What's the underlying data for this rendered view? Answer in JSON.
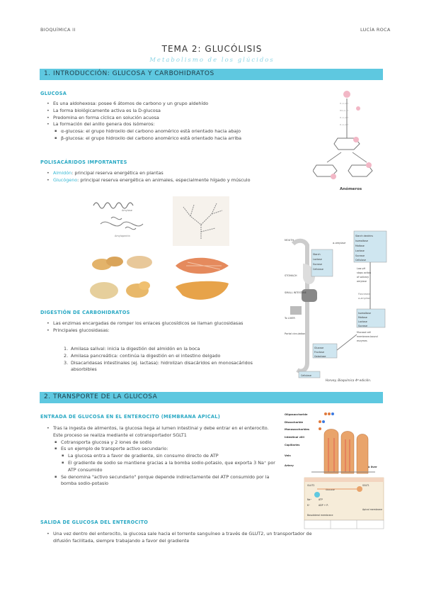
{
  "header": {
    "left": "BIOQUÍMICA II",
    "right": "LUCÍA ROCA"
  },
  "title": "TEMA 2: GLUCÓLISIS",
  "subtitle": "Metabolismo de los glúcidos",
  "sections": {
    "s1": "1. INTRODUCCIÓN: GLUCOSA Y CARBOHIDRATOS",
    "s2": "2. TRANSPORTE DE LA GLUCOSA"
  },
  "glucosa": {
    "heading": "GLUCOSA",
    "items": [
      "Es una aldohexosa: posee 6 átomos de carbono y un grupo aldehído",
      "La forma biológicamente activa es la D-glucosa",
      "Predomina en forma cíclica en solución acuosa",
      "La formación del anillo genera dos isómeros:"
    ],
    "sub_items": [
      "α-glucosa: el grupo hidroxilo del carbono anomérico está orientado hacia abajo",
      "β-glucosa: el grupo hidroxilo del carbono anomérico está orientado hacia arriba"
    ]
  },
  "polisacaridos": {
    "heading": "POLISACÁRIDOS IMPORTANTES",
    "items": [
      {
        "term": "Almidón",
        "desc": ": principal reserva energética en plantas"
      },
      {
        "term": "Glucógeno",
        "desc": ": principal reserva energética en animales, especialmente hígado y músculo"
      }
    ]
  },
  "digestion": {
    "heading": "DIGESTIÓN DE CARBOHIDRATOS",
    "items": [
      "Las enzimas encargadas de romper los enlaces glucosídicos se llaman glucosidasas",
      "Principales glucosidasas:"
    ],
    "numbered": [
      {
        "n": "1.",
        "text": "Amilasa salival: inicia la digestión del almidón en la boca"
      },
      {
        "n": "2.",
        "text": "Amilasa pancreática: continúa la digestión en el intestino delgado"
      },
      {
        "n": "3.",
        "text": "Disacaridasas intestinales (ej. lactasa): hidrolizan disacáridos en monosacáridos absorbibles"
      }
    ]
  },
  "entrada": {
    "heading": "ENTRADA DE GLUCOSA EN EL ENTEROCITO (MEMBRANA APICAL)",
    "items": [
      "Tras la ingesta de alimentos, la glucosa llega al lumen intestinal y debe entrar en el enterocito. Este proceso se realiza mediante el cotransportador SGLT1"
    ],
    "sub_items": [
      "Cotransporta glucosa y 2 iones de sodio",
      "Es un ejemplo de transporte activo secundario:"
    ],
    "sub_sub_items": [
      "La glucosa entra a favor de gradiente, sin consumo directo de ATP",
      "El gradiente de sodio se mantiene gracias a la bomba sodio-potasio, que exporta 3 Na⁺ por ATP consumido"
    ],
    "sub_items_2": [
      "Se denomina \"activo secundario\" porque depende indirectamente del ATP consumido por la bomba sodio-potasio"
    ]
  },
  "salida": {
    "heading": "SALIDA DE GLUCOSA DEL ENTEROCITO",
    "items": [
      "Una vez dentro del enterocito, la glucosa sale hacia el torrente sanguíneo a través de GLUT2, un transportador de difusión facilitada, siempre trabajando a favor del gradiente"
    ]
  },
  "figures": {
    "anomeros_label": "Anómeros",
    "amylose": "Amylose",
    "amylopectin": "Amylopectin",
    "digest_boxes": [
      "Starch dextrins Isomaltose Maltose Lactose Sucrose Cellulose",
      "Starch Lactose Sucrose Cellulose",
      "Isomaltose Maltose Lactose Sucrose",
      "Glucose Fructose Galactose",
      "Cellulose"
    ],
    "digest_labels": [
      "MOUTH",
      "α-amylase",
      "STOMACH",
      "SMALL INTESTINE",
      "Low pH stops action of salivary amylase",
      "Pancreatic α-amylase",
      "Mucosal cell membrane-bound enzymes",
      "To LIVER",
      "Portal circulation"
    ],
    "caption": "Harvey,  Bioquímica 4ª edición.",
    "transport_labels": [
      "Oligosaccharide",
      "Disaccharide",
      "Monosaccharides",
      "Intestinal villi",
      "Capillaries",
      "Vein",
      "Artery",
      "To liver",
      "Glucose",
      "Na⁺",
      "K⁺",
      "ATP",
      "ADP + Pᵢ",
      "GLUT2",
      "SGLT1",
      "Basolateral membrane",
      "Apical membrane"
    ],
    "colors": {
      "band": "#5ec8e0",
      "accent": "#2aa9c4",
      "villi": "#e9a46b",
      "pink": "#f2b7c6"
    }
  }
}
